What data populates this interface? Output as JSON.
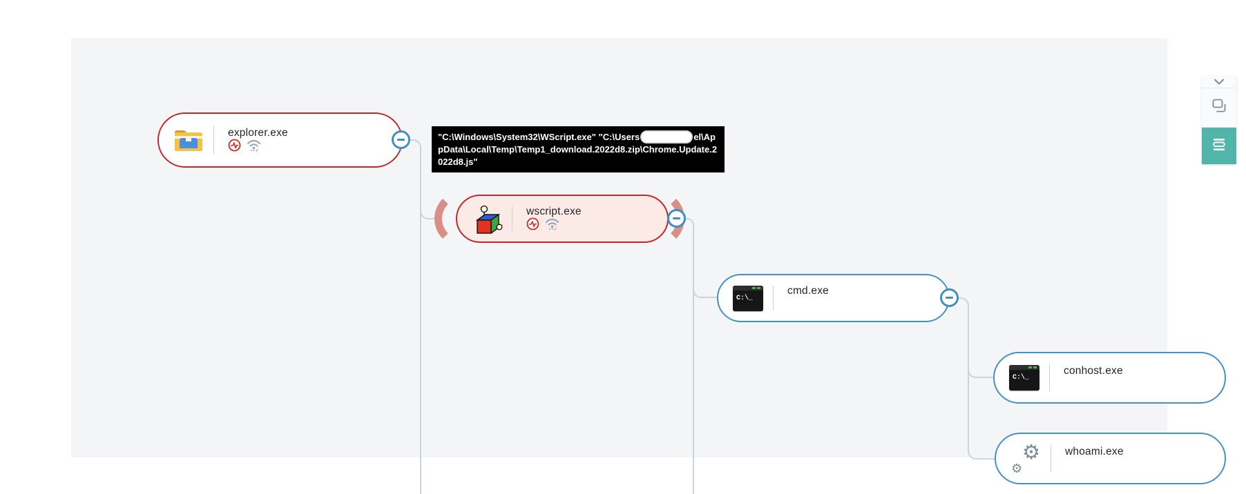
{
  "diagram": {
    "nodes": [
      {
        "name": "explorer.exe",
        "icon": "folder-icon",
        "severity": "alert",
        "activity_icons": [
          "alert-activity-icon",
          "network-activity-icon"
        ],
        "collapse_control": "minus"
      },
      {
        "name": "wscript.exe",
        "icon": "wscript-cube-icon",
        "severity": "alert-highlighted",
        "activity_icons": [
          "alert-activity-icon",
          "network-activity-icon"
        ],
        "collapse_control": "minus"
      },
      {
        "name": "cmd.exe",
        "icon": "terminal-icon",
        "severity": "info",
        "collapse_control": "minus"
      },
      {
        "name": "conhost.exe",
        "icon": "terminal-icon",
        "severity": "info"
      },
      {
        "name": "whoami.exe",
        "icon": "gears-icon",
        "severity": "info"
      }
    ],
    "tooltip": {
      "text_before_redaction": "\"C:\\Windows\\System32\\WScript.exe\" \"C:\\Users",
      "redacted_segment": true,
      "text_after_redaction": "el\\AppData\\Local\\Temp\\Temp1_download.2022d8.zip\\Chrome.Update.2022d8.js\""
    },
    "terminal_icon_text": "C:\\_",
    "toolbar": {
      "buttons": [
        {
          "icon": "chevron-down-icon",
          "active": false
        },
        {
          "icon": "overlap-windows-icon",
          "active": false
        },
        {
          "icon": "list-view-icon",
          "active": true
        }
      ]
    },
    "colors": {
      "alert_border": "#c5262a",
      "alert_fill": "#fceae7",
      "alert_arc": "#d98e88",
      "info_border": "#4291c8",
      "connector": "#c9d4d8",
      "toolbar_active": "#51b5aa",
      "tooltip_bg": "#000000"
    }
  }
}
